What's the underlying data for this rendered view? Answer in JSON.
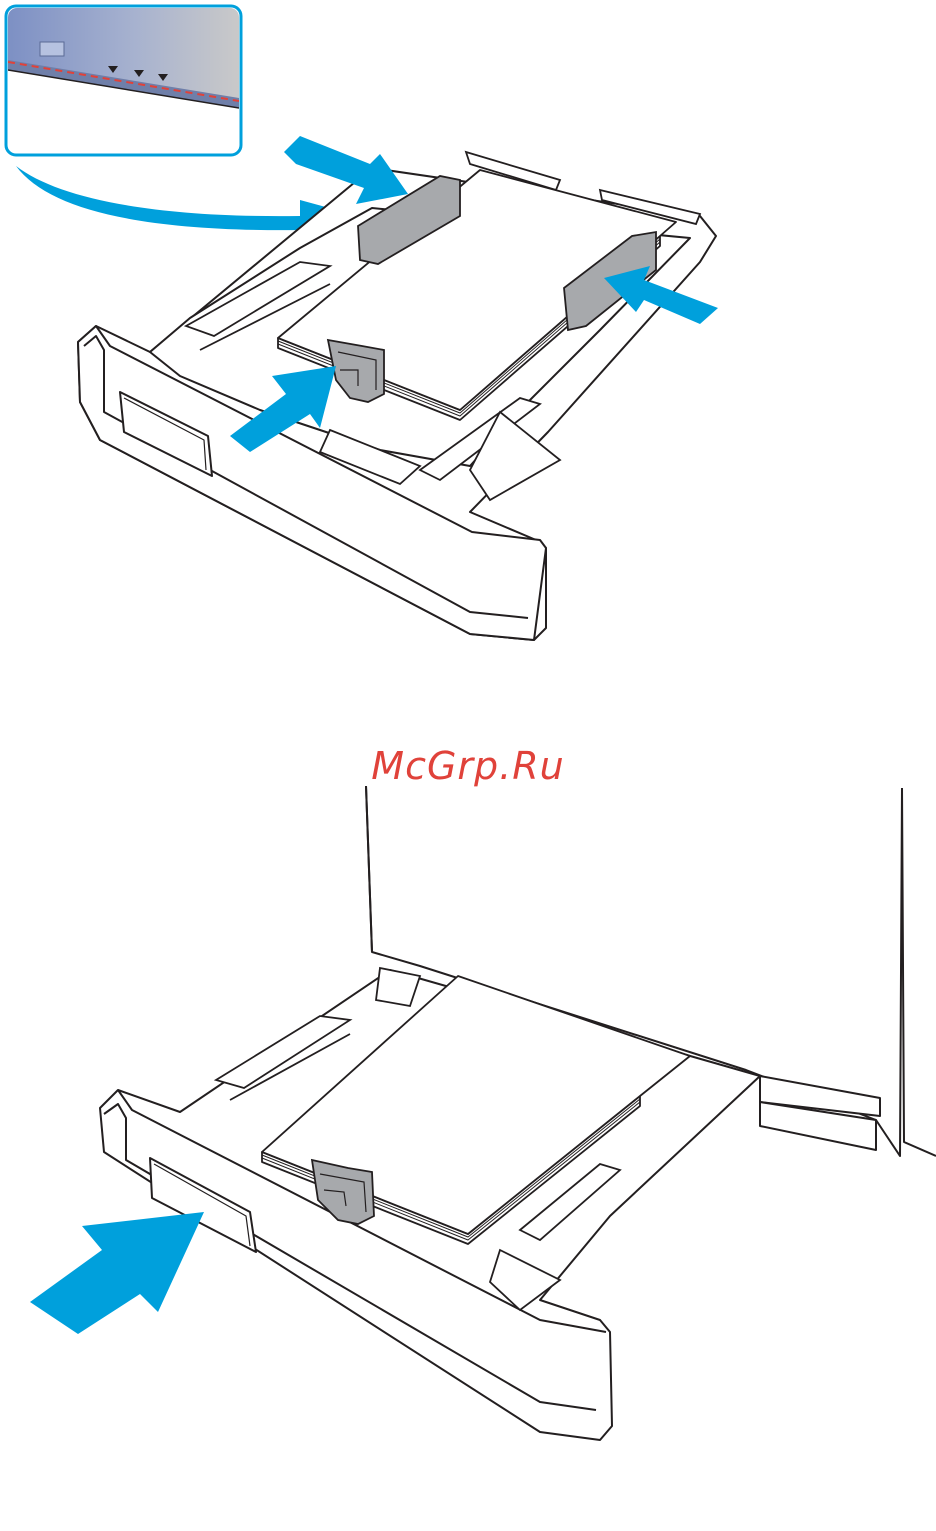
{
  "watermark": {
    "text": "McGrp.Ru"
  },
  "colors": {
    "arrow": "#00a0dc",
    "line": "#231f20",
    "guide": "#a7a9ac",
    "callout_border": "#00a0dc",
    "callout_fill_dark": "#8fa1cd",
    "limit_line": "#e0423a"
  },
  "figures": [
    {
      "name": "adjust-paper-guides-illustration"
    },
    {
      "name": "close-tray-illustration"
    }
  ]
}
